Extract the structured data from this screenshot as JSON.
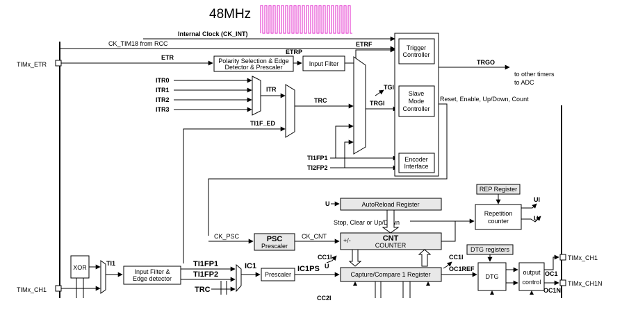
{
  "clock": {
    "freq": "48MHz",
    "color": "#e020c8"
  },
  "signals": {
    "internal_clock": "Internal Clock (CK_INT)",
    "ck_tim18": "CK_TIM18 from RCC",
    "etr": "ETR",
    "etrp": "ETRP",
    "etrf": "ETRF",
    "itr0": "ITR0",
    "itr1": "ITR1",
    "itr2": "ITR2",
    "itr3": "ITR3",
    "itr": "ITR",
    "trc": "TRC",
    "trc2": "TRC",
    "tgi": "TGI",
    "trgi": "TRGI",
    "ti1f_ed": "TI1F_ED",
    "ti1fp1": "TI1FP1",
    "ti2fp2": "TI2FP2",
    "trgo": "TRGO",
    "to_other": "to other timers",
    "to_adc": "to ADC",
    "reset_etc": "Reset, Enable, Up/Down, Count",
    "u1": "U",
    "ui": "UI",
    "u2": "U",
    "stop_clear": "Stop, Clear or Up/Down",
    "ck_psc": "CK_PSC",
    "ck_cnt": "CK_CNT",
    "plusminus": "+/-",
    "ti1": "TI1",
    "ti1fp1_b": "TI1FP1",
    "ti1fp2_b": "TI1FP2",
    "ic1": "IC1",
    "ic1ps": "IC1PS",
    "cc1i_a": "CC1I",
    "u3": "U",
    "cc1i_b": "CC1I",
    "oc1ref": "OC1REF",
    "oc1": "OC1",
    "oc1n": "OC1N",
    "cc2i_partial": "CC2I"
  },
  "pins": {
    "etr": "TIMx_ETR",
    "ch1": "TIMx_CH1",
    "out_ch1": "TIMx_CH1",
    "out_ch1n": "TIMx_CH1N"
  },
  "blocks": {
    "polarity": [
      "Polarity Selection & Edge",
      "Detector & Prescaler"
    ],
    "input_filter": "Input Filter",
    "trigger_ctrl": [
      "Trigger",
      "Controller"
    ],
    "slave_mode": [
      "Slave",
      "Mode",
      "Controller"
    ],
    "encoder": [
      "Encoder",
      "Interface"
    ],
    "autoreload": "AutoReload Register",
    "rep_register": "REP Register",
    "rep_counter": [
      "Repetition",
      "counter"
    ],
    "psc_title": "PSC",
    "psc_sub": "Prescaler",
    "cnt_title": "CNT",
    "cnt_sub": "COUNTER",
    "xor": "XOR",
    "input_filter_edge": [
      "Input Filter &",
      "Edge detector"
    ],
    "prescaler": "Prescaler",
    "ccr1": "Capture/Compare 1 Register",
    "dtg_registers": "DTG registers",
    "dtg": "DTG",
    "output_control": [
      "output",
      "control"
    ]
  }
}
